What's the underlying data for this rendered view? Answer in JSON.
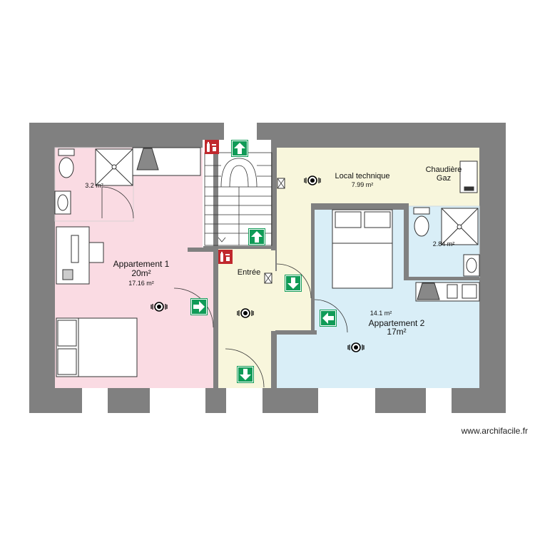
{
  "rooms": {
    "apartment1": {
      "name": "Appartement 1",
      "area_label": "20m²",
      "area_measured": "17.16 m²",
      "fill": "#fadbe3"
    },
    "bathroom1": {
      "area_measured": "3.2 m²"
    },
    "technical": {
      "name": "Local technique",
      "area_measured": "7.99 m²",
      "fill": "#f8f6dc"
    },
    "boiler": {
      "line1": "Chaudière",
      "line2": "Gaz"
    },
    "entry": {
      "name": "Entrée",
      "fill": "#f8f6dc"
    },
    "apartment2": {
      "name": "Appartement 2",
      "area_label": "17m²",
      "area_measured": "14.1 m²",
      "fill": "#d9eef7"
    },
    "bathroom2": {
      "area_measured": "2.84 m²"
    }
  },
  "colors": {
    "wall": "#808080",
    "exit_sign": "#109b57",
    "fire_sign": "#c0282d"
  },
  "icons": [
    "emergency-exit-icon",
    "fire-extinguisher-icon",
    "smoke-detector-icon",
    "electric-panel-icon"
  ],
  "footer": {
    "credit": "www.archifacile.fr"
  }
}
